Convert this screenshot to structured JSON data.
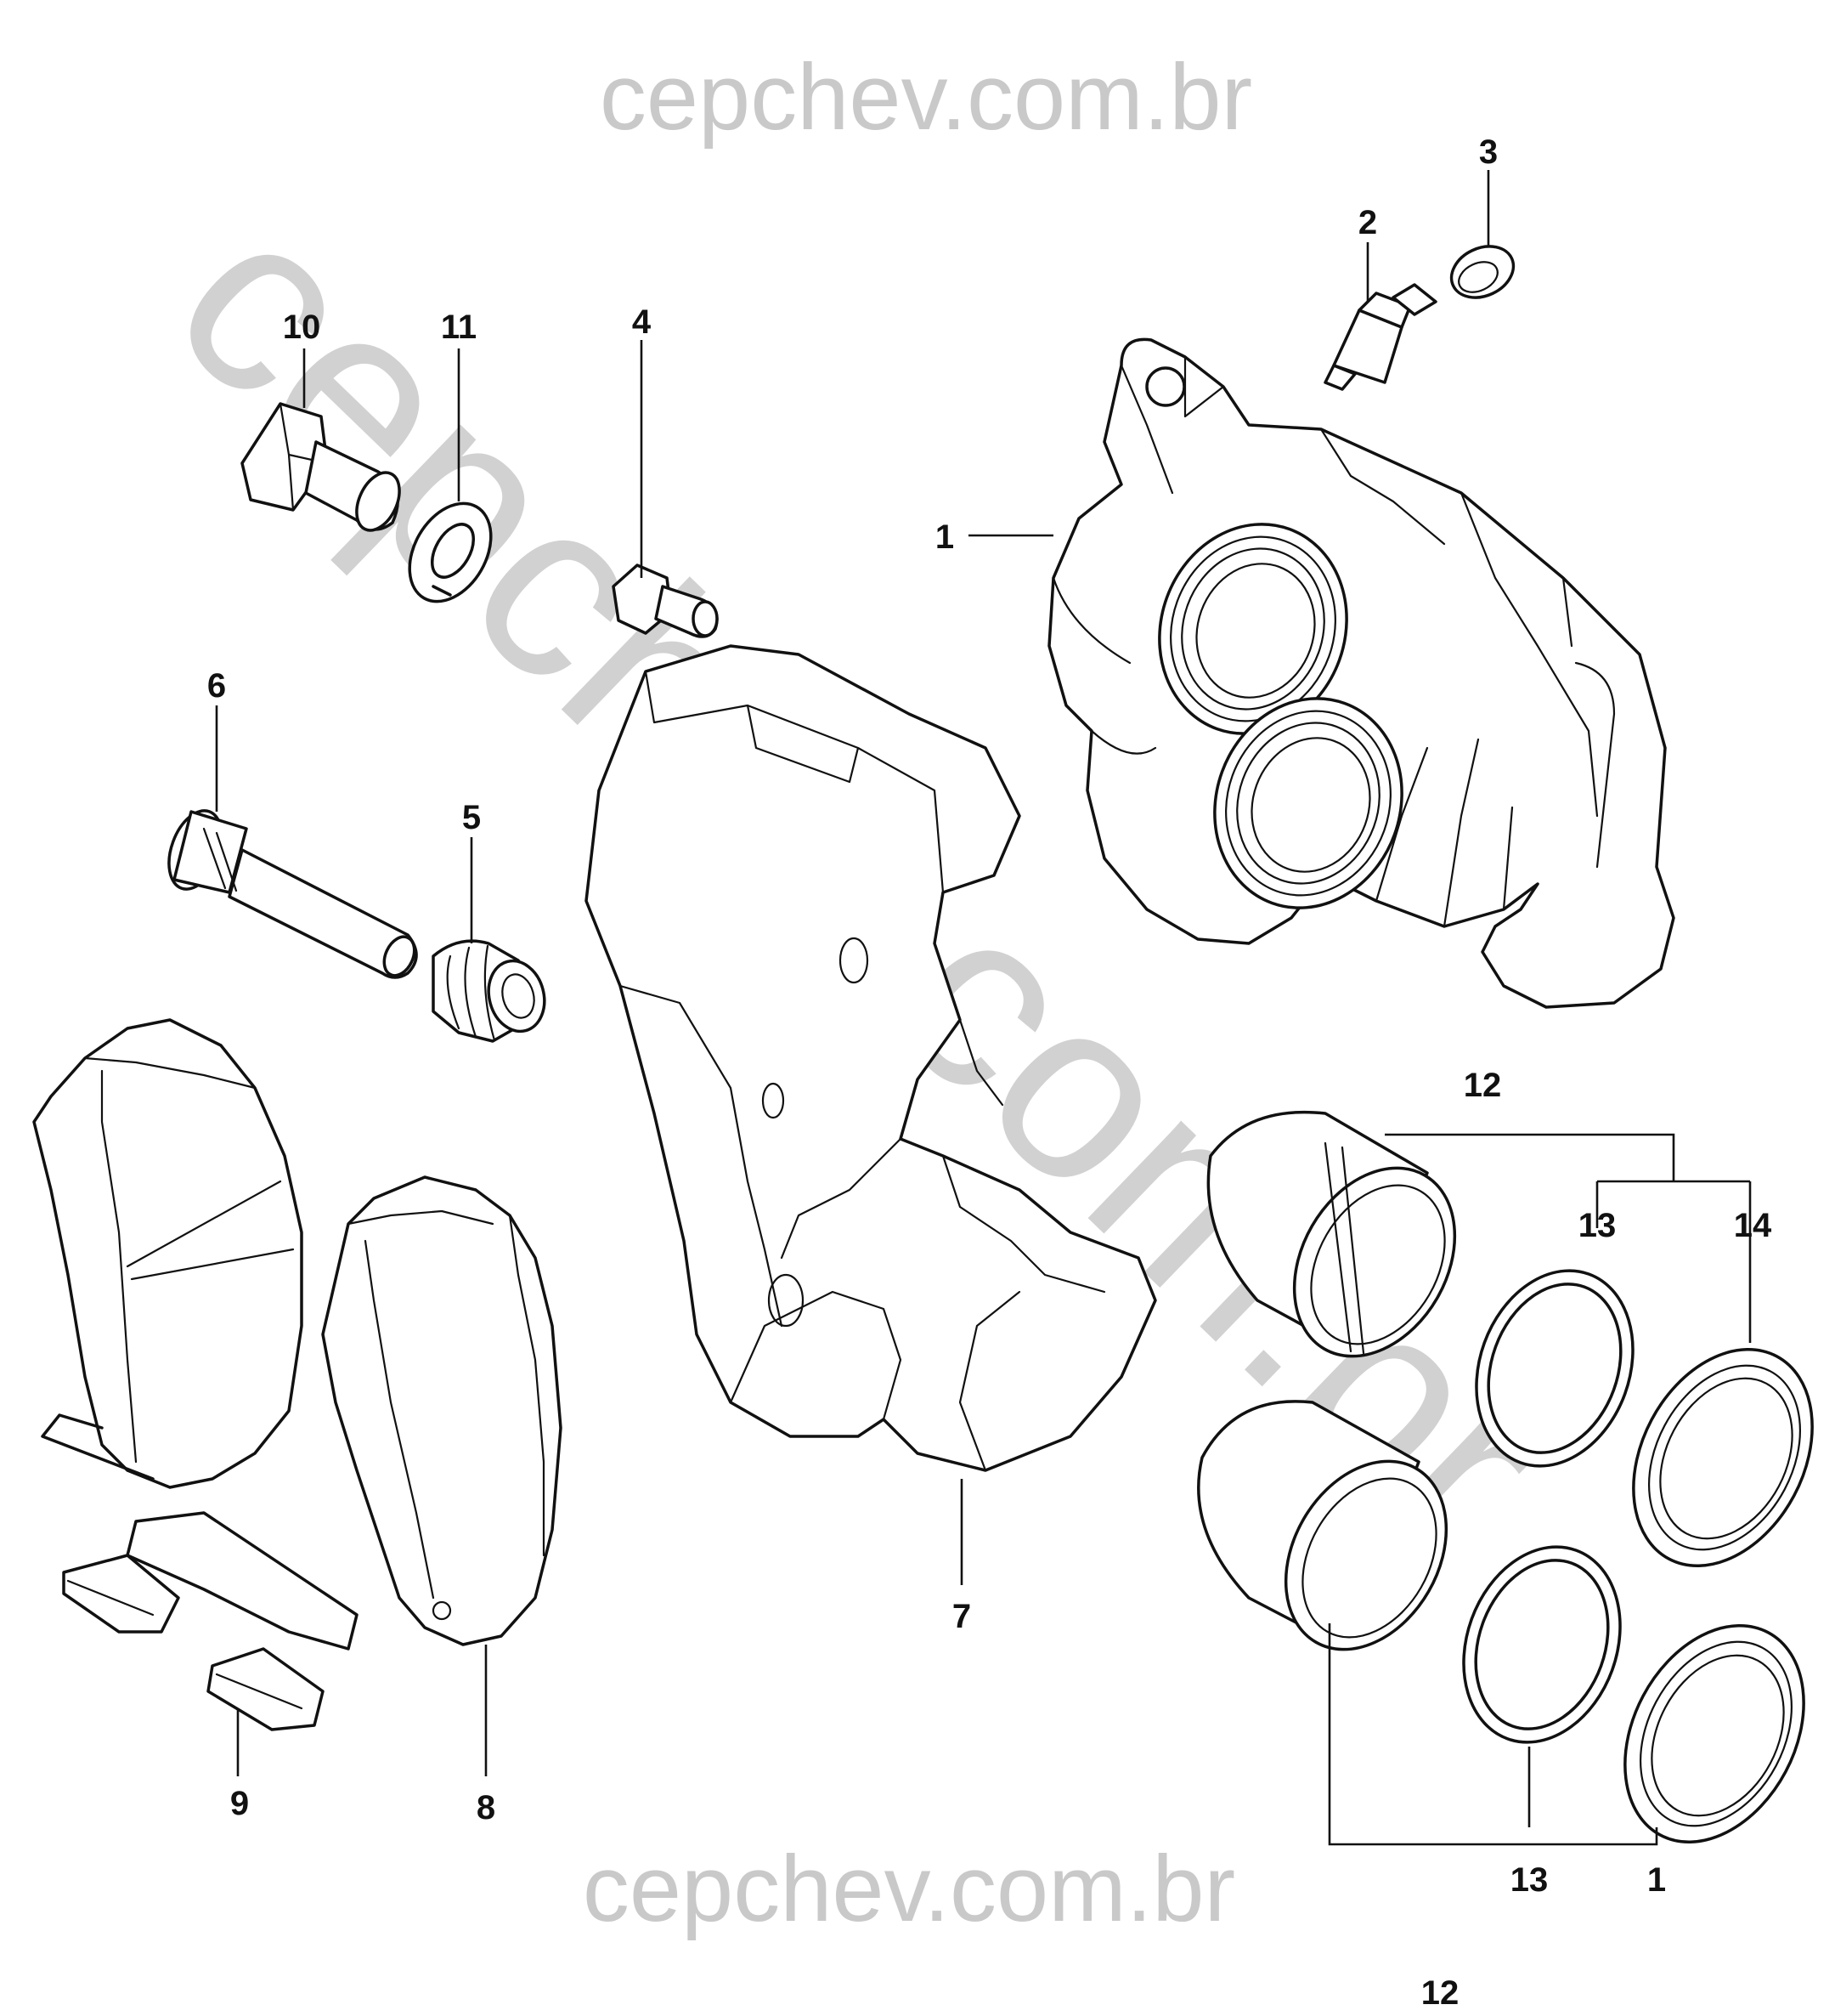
{
  "watermark": {
    "top": "cepchev.com.br",
    "diagonal": "cepchev.com.br",
    "bottom": "cepchev.com.br",
    "color": "#c9c9c9"
  },
  "callouts": {
    "c1a": "1",
    "c1b": "1",
    "c2": "2",
    "c3": "3",
    "c4": "4",
    "c5": "5",
    "c6": "6",
    "c7": "7",
    "c8": "8",
    "c9": "9",
    "c10": "10",
    "c11": "11",
    "c12a": "12",
    "c12b": "12",
    "c13a": "13",
    "c13b": "13",
    "c14": "14"
  }
}
